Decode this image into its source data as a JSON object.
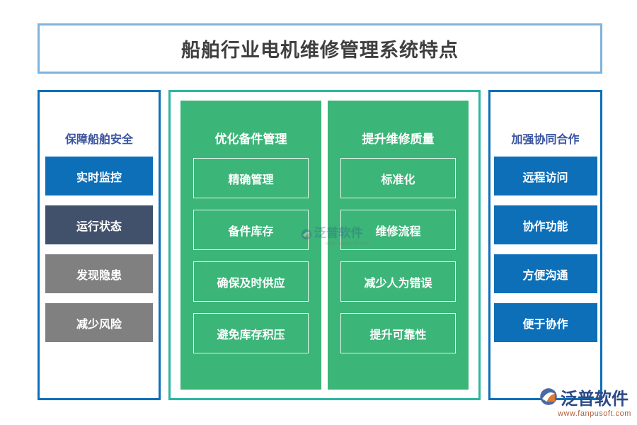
{
  "page": {
    "title": "船舶行业电机维修管理系统特点",
    "background": "#ffffff"
  },
  "colors": {
    "title_border": "#7fb3dd",
    "title_text": "#3f3f3f",
    "column_border_blue": "#0d6fb8",
    "column_header_text": "#3b54a0",
    "chip_blue": "#0d6fb8",
    "chip_slate": "#41506b",
    "chip_gray": "#808080",
    "green_panel": "#3cb578",
    "green_frame_border": "#2cb6a0",
    "green_box_border": "#e8f6ee",
    "logo_text": "#2e4a86",
    "logo_url": "#b05a3c"
  },
  "columns": {
    "left": {
      "header": "保障船舶安全",
      "items": [
        {
          "label": "实时监控",
          "color": "#0d6fb8"
        },
        {
          "label": "运行状态",
          "color": "#41506b"
        },
        {
          "label": "发现隐患",
          "color": "#808080"
        },
        {
          "label": "减少风险",
          "color": "#808080"
        }
      ]
    },
    "middle": [
      {
        "header": "优化备件管理",
        "items": [
          {
            "label": "精确管理"
          },
          {
            "label": "备件库存"
          },
          {
            "label": "确保及时供应"
          },
          {
            "label": "避免库存积压"
          }
        ]
      },
      {
        "header": "提升维修质量",
        "items": [
          {
            "label": "标准化"
          },
          {
            "label": "维修流程"
          },
          {
            "label": "减少人为错误"
          },
          {
            "label": "提升可靠性"
          }
        ]
      }
    ],
    "right": {
      "header": "加强协同合作",
      "items": [
        {
          "label": "远程访问",
          "color": "#0d6fb8"
        },
        {
          "label": "协作功能",
          "color": "#0d6fb8"
        },
        {
          "label": "方便沟通",
          "color": "#0d6fb8"
        },
        {
          "label": "便于协作",
          "color": "#0d6fb8"
        }
      ]
    }
  },
  "watermark": {
    "name": "泛普软件",
    "url": "www.fanpusoft.com"
  }
}
